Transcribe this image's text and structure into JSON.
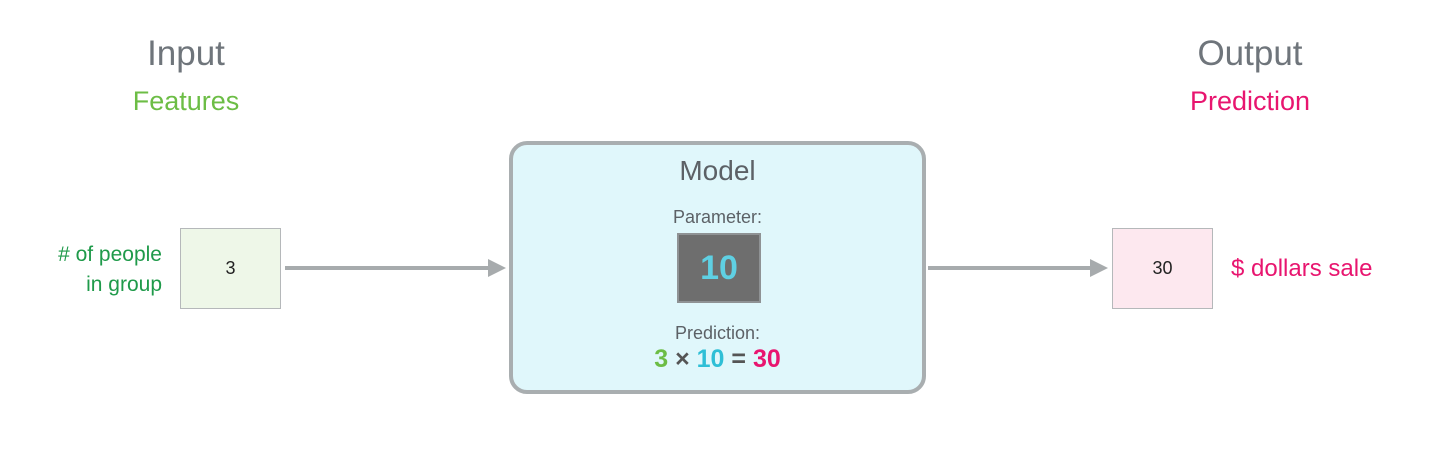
{
  "input": {
    "heading": "Input",
    "subheading": "Features",
    "feature_label_line1": "# of people",
    "feature_label_line2": "in group",
    "value": "3"
  },
  "model": {
    "title": "Model",
    "parameter_label": "Parameter:",
    "parameter_value": "10",
    "prediction_label": "Prediction:",
    "equation": {
      "input": "3",
      "times": "×",
      "parameter": "10",
      "equals": "=",
      "result": "30"
    }
  },
  "output": {
    "heading": "Output",
    "subheading": "Prediction",
    "value": "30",
    "label": "$ dollars sale"
  },
  "colors": {
    "feature_green": "#6cbd45",
    "prediction_pink": "#e8156f",
    "parameter_teal": "#2fbfd6",
    "model_fill": "#e0f7fb",
    "arrow_gray": "#a7abad"
  }
}
